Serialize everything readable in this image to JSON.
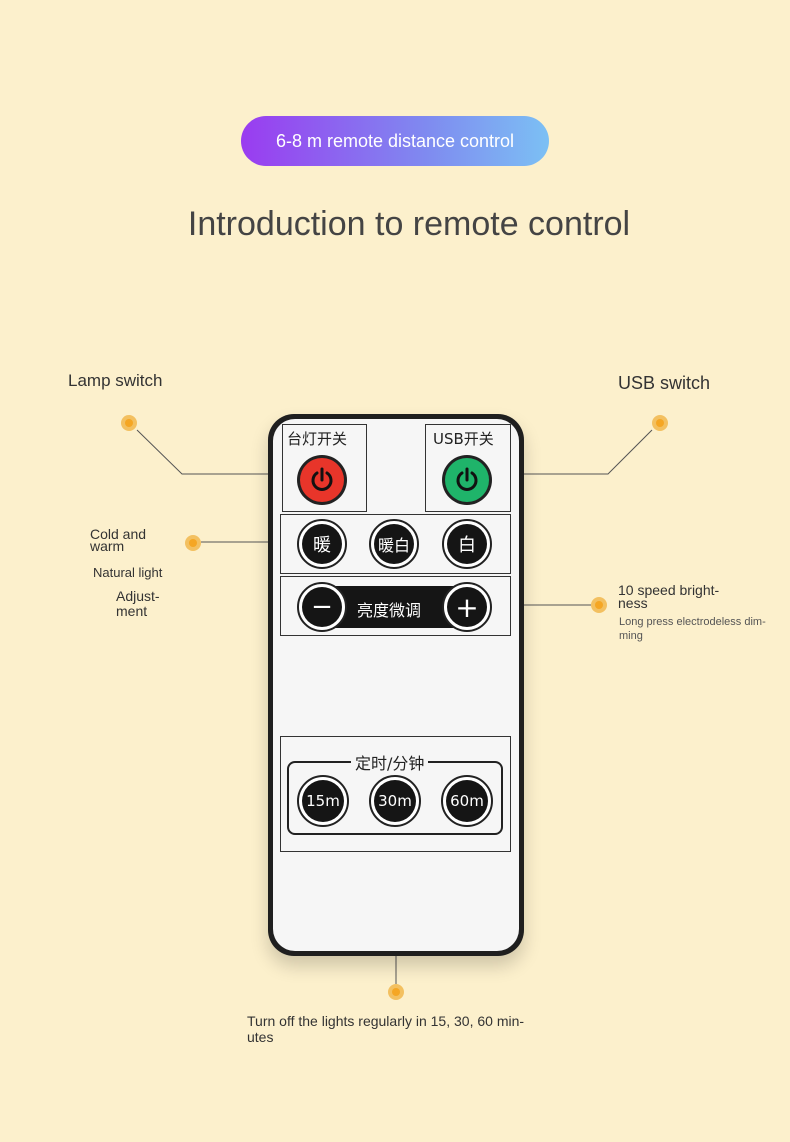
{
  "banner": {
    "text": "6-8 m remote distance control"
  },
  "heading": {
    "title": "Introduction to remote control"
  },
  "callouts": {
    "lamp_switch": "Lamp switch",
    "usb_switch": "USB switch",
    "cold_warm_line1": "Cold and",
    "cold_warm_line2": "warm",
    "natural_light": "Natural light",
    "adjust_line1": "Adjust-",
    "adjust_line2": "ment",
    "speed_line1": "10 speed bright-",
    "speed_line2": "ness",
    "long_press_line1": "Long press electrodeless dim-",
    "long_press_line2": "ming",
    "timer_line1": "Turn off the lights regularly in 15, 30, 60 min-",
    "timer_line2": "utes"
  },
  "remote": {
    "lamp_label": "台灯开关",
    "usb_label": "USB开关",
    "warm": "暖",
    "warm_white": "暖白",
    "white": "白",
    "minus": "−",
    "plus": "+",
    "fine_tune": "亮度微调",
    "timer_label": "定时/分钟",
    "t15": "15m",
    "t30": "30m",
    "t60": "60m"
  },
  "colors": {
    "accent": "#f5a623",
    "lamp_power": "#e8352a",
    "usb_power": "#1fb46a"
  }
}
